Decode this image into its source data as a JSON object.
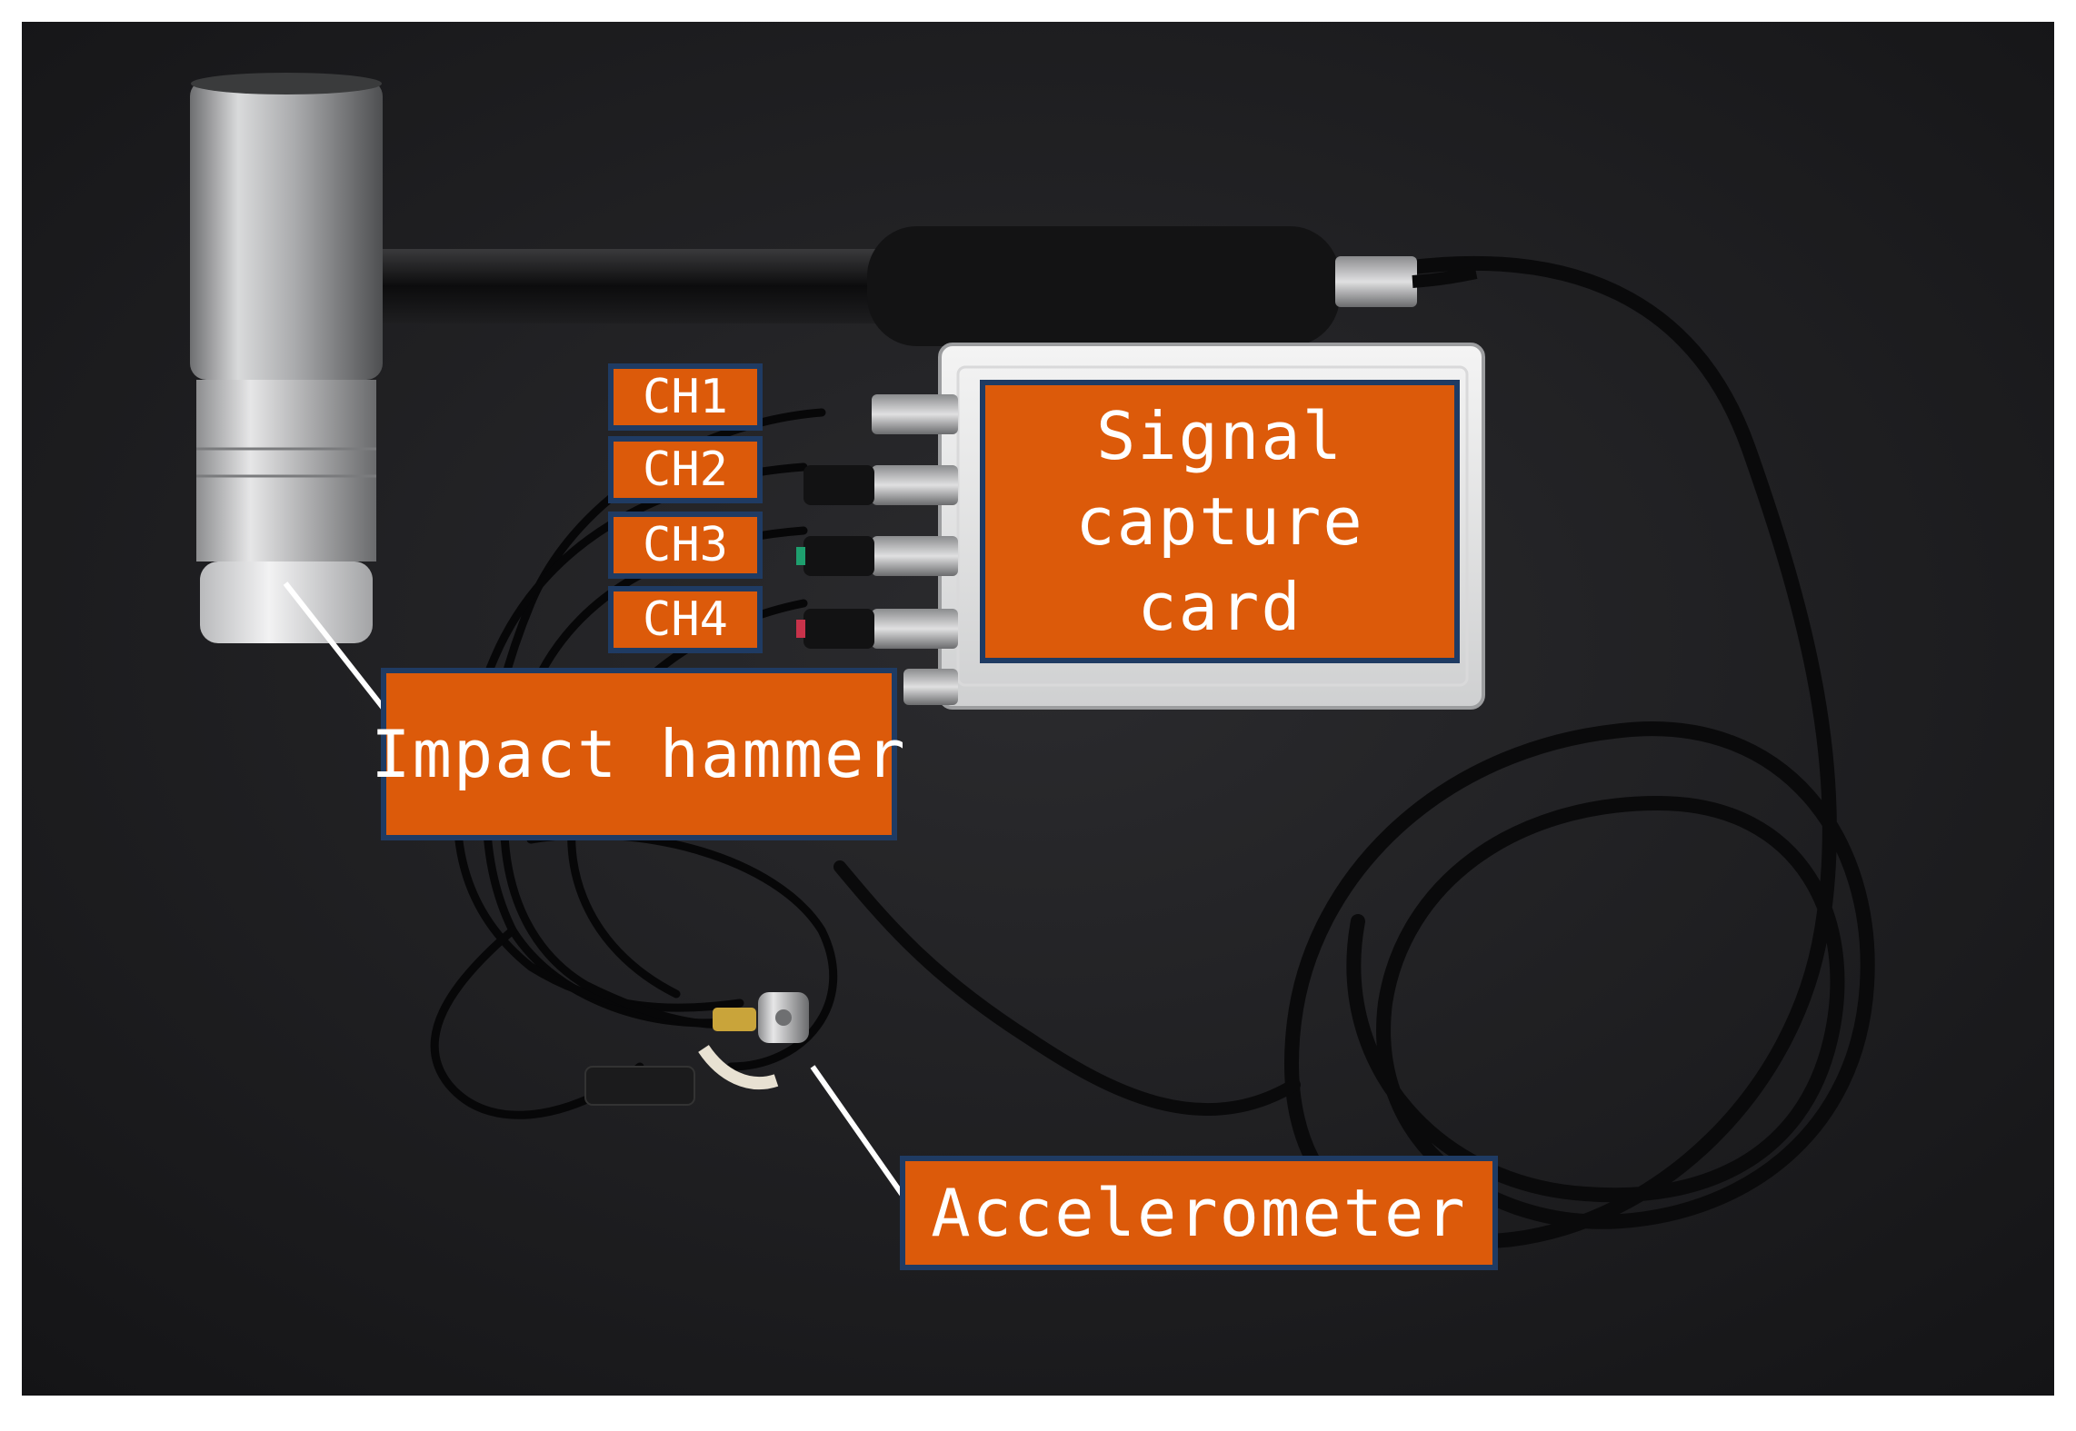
{
  "labels": {
    "ch1": "CH1",
    "ch2": "CH2",
    "ch3": "CH3",
    "ch4": "CH4",
    "signal_capture_card": [
      "Signal",
      "capture",
      "card"
    ],
    "impact_hammer": "Impact hammer",
    "accelerometer": "Accelerometer"
  },
  "colors": {
    "callout_fill": "#dc5a0a",
    "callout_border": "#1f3b63",
    "callout_text": "#ffffff",
    "background_surface": "#1d1d1f"
  }
}
